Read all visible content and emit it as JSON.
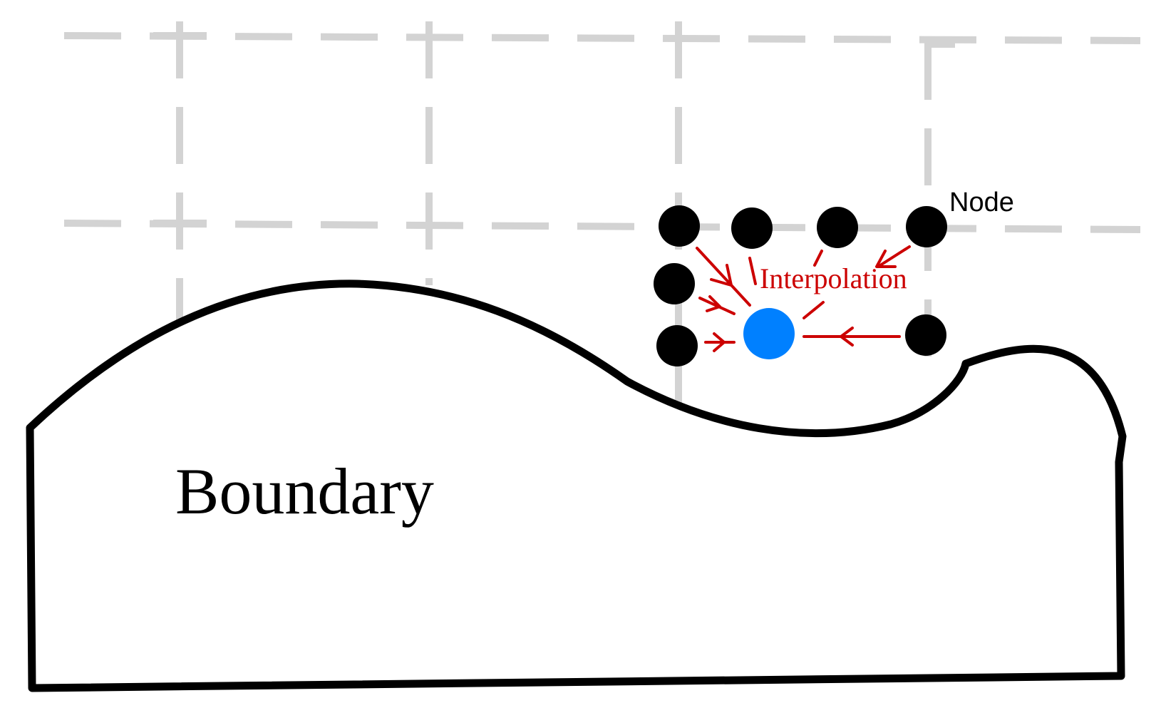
{
  "labels": {
    "node": "Node",
    "interpolation": "Interpolation",
    "boundary": "Boundary"
  },
  "colors": {
    "grid": "#d3d3d3",
    "boundary_stroke": "#000000",
    "node": "#000000",
    "target_point": "#0080ff",
    "interpolation": "#cc0000"
  }
}
